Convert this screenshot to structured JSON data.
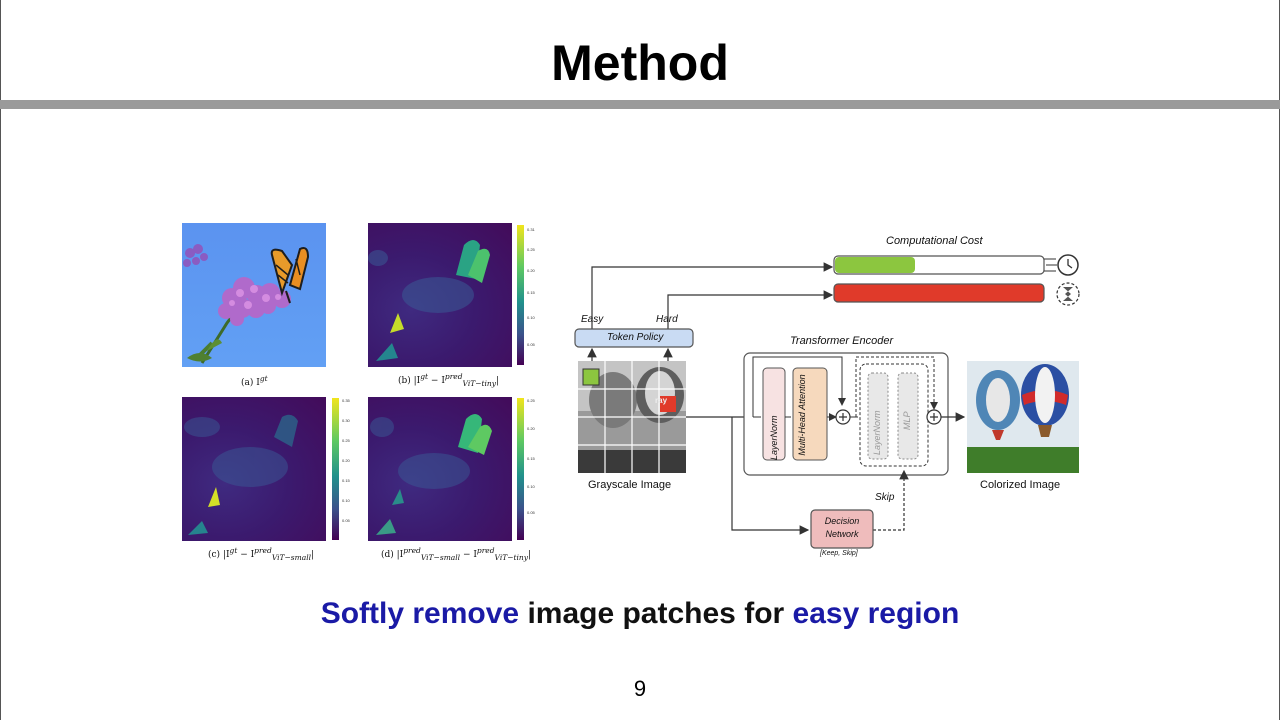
{
  "slide": {
    "title": "Method",
    "caption": {
      "part1": "Softly remove",
      "part2": " image patches for ",
      "part3": "easy region"
    },
    "page_number": "9"
  },
  "figure_left": {
    "labels": {
      "a": "(a) I",
      "a_sup": "gt",
      "b": "(b) |I",
      "b_sup": "gt",
      "b_rest": " − I",
      "b_sup2": "pred",
      "b_sub2": "ViT−tiny",
      "c": "(c) |I",
      "c_sup": "gt",
      "c_rest": " − I",
      "c_sup2": "pred",
      "c_sub2": "ViT−small",
      "d": "(d) |I",
      "d_sup": "pred",
      "d_sub": "ViT−small",
      "d_rest": " − I",
      "d_sup2": "pred",
      "d_sub2": "ViT−tiny"
    },
    "colorbar_ticks_b": [
      "0.31",
      "0.25",
      "0.20",
      "0.15",
      "0.10",
      "0.05"
    ],
    "colorbar_ticks_c": [
      "0.35",
      "0.30",
      "0.25",
      "0.20",
      "0.15",
      "0.10",
      "0.05"
    ],
    "colorbar_ticks_d": [
      "0.25",
      "0.20",
      "0.15",
      "0.10",
      "0.05"
    ]
  },
  "figure_right": {
    "computational_cost": "Computational Cost",
    "easy": "Easy",
    "hard": "Hard",
    "token_policy": "Token Policy",
    "transformer_encoder": "Transformer Encoder",
    "layernorm1": "LayerNorm",
    "attention": "Multi-Head Attention",
    "layernorm2": "LayerNorm",
    "mlp": "MLP",
    "grayscale_image": "Grayscale Image",
    "colorized_image": "Colorized Image",
    "skip": "Skip",
    "decision_network": "Decision Network",
    "keep_skip": "[Keep, Skip]",
    "balloon_text": "ray",
    "colors": {
      "easy_bar": "#8cc63f",
      "hard_bar": "#e03a2a",
      "token_policy": "#c9dbf3",
      "layernorm": "#f7e2e2",
      "attention": "#f6d9bd",
      "decision": "#efbcbc"
    }
  }
}
